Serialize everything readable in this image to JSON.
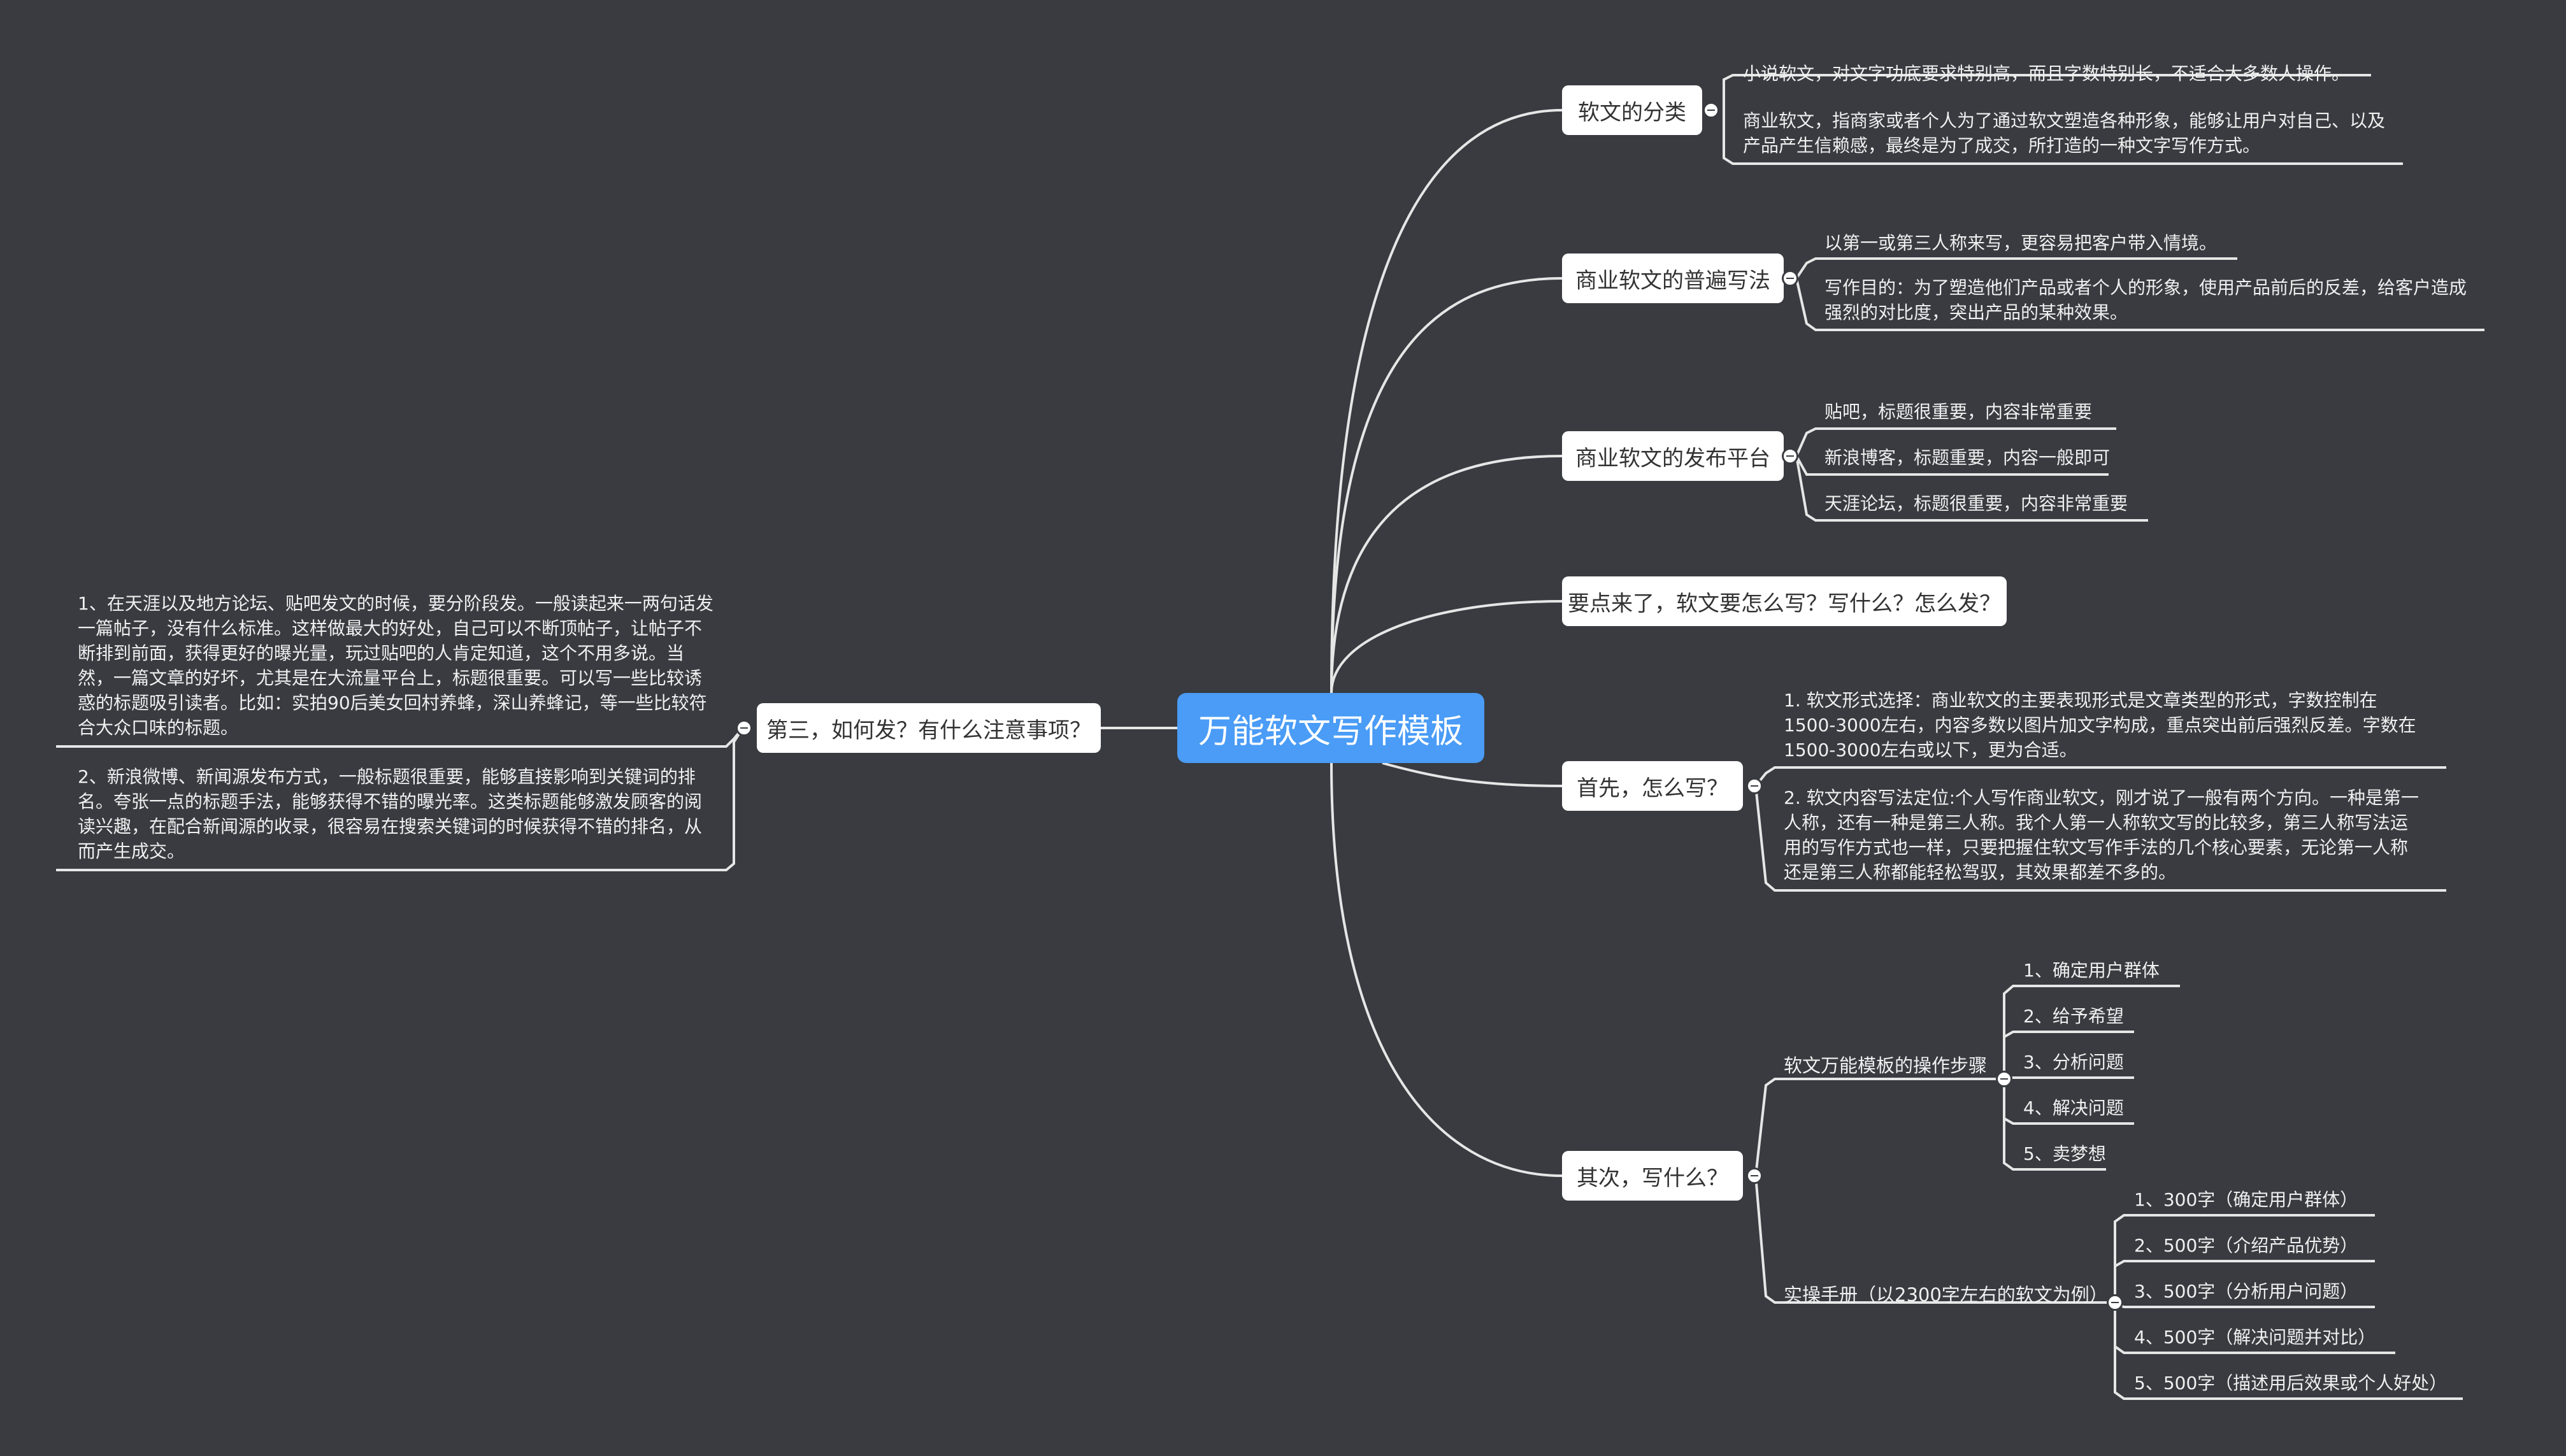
{
  "root": "万能软文写作模板",
  "topics": {
    "classification": "软文的分类",
    "common_method": "商业软文的普遍写法",
    "platforms": "商业软文的发布平台",
    "key_points": "要点来了，软文要怎么写？写什么？怎么发？",
    "first_how": "首先，怎么写？",
    "second_what": "其次，写什么？",
    "third_publish": "第三，如何发？有什么注意事项？"
  },
  "classification_items": [
    "小说软文，对文字功底要求特别高，而且字数特别长，不适合大多数人操作。",
    "商业软文，指商家或者个人为了通过软文塑造各种形象，能够让用户对自己、以及产品产生信赖感，最终是为了成交，所打造的一种文字写作方式。"
  ],
  "common_method_items": [
    "以第一或第三人称来写，更容易把客户带入情境。",
    "写作目的：为了塑造他们产品或者个人的形象，使用产品前后的反差，给客户造成强烈的对比度，突出产品的某种效果。"
  ],
  "platform_items": [
    "贴吧，标题很重要，内容非常重要",
    "新浪博客，标题重要，内容一般即可",
    "天涯论坛，标题很重要，内容非常重要"
  ],
  "first_how_items": [
    "1. 软文形式选择：商业软文的主要表现形式是文章类型的形式，字数控制在1500-3000左右，内容多数以图片加文字构成，重点突出前后强烈反差。字数在1500-3000左右或以下，更为合适。",
    "2. 软文内容写法定位:个人写作商业软文，刚才说了一般有两个方向。一种是第一人称，还有一种是第三人称。我个人第一人称软文写的比较多，第三人称写法运用的写作方式也一样，只要把握住软文写作手法的几个核心要素，无论第一人称还是第三人称都能轻松驾驭，其效果都差不多的。"
  ],
  "second_what": {
    "steps_label": "软文万能模板的操作步骤",
    "steps": [
      "1、确定用户群体",
      "2、给予希望",
      "3、分析问题",
      "4、解决问题",
      "5、卖梦想"
    ],
    "manual_label": "实操手册（以2300字左右的软文为例）",
    "manual": [
      "1、300字（确定用户群体）",
      "2、500字（介绍产品优势）",
      "3、500字（分析用户问题）",
      "4、500字（解决问题并对比）",
      "5、500字（描述用后效果或个人好处）"
    ]
  },
  "third_publish_items": [
    "1、在天涯以及地方论坛、贴吧发文的时候，要分阶段发。一般读起来一两句话发一篇帖子，没有什么标准。这样做最大的好处，自己可以不断顶帖子，让帖子不断排到前面，获得更好的曝光量，玩过贴吧的人肯定知道，这个不用多说。当然，一篇文章的好坏，尤其是在大流量平台上，标题很重要。可以写一些比较诱惑的标题吸引读者。比如：实拍90后美女回村养蜂，深山养蜂记，等一些比较符合大众口味的标题。",
    "2、新浪微博、新闻源发布方式，一般标题很重要，能够直接影响到关键词的排名。夸张一点的标题手法，能够获得不错的曝光率。这类标题能够激发顾客的阅读兴趣，在配合新闻源的收录，很容易在搜索关键词的时候获得不错的排名，从而产生成交。"
  ],
  "colors": {
    "background": "#393b40",
    "root": "#4a9cf6",
    "topic": "#ffffff",
    "line": "#e6e6e6"
  }
}
